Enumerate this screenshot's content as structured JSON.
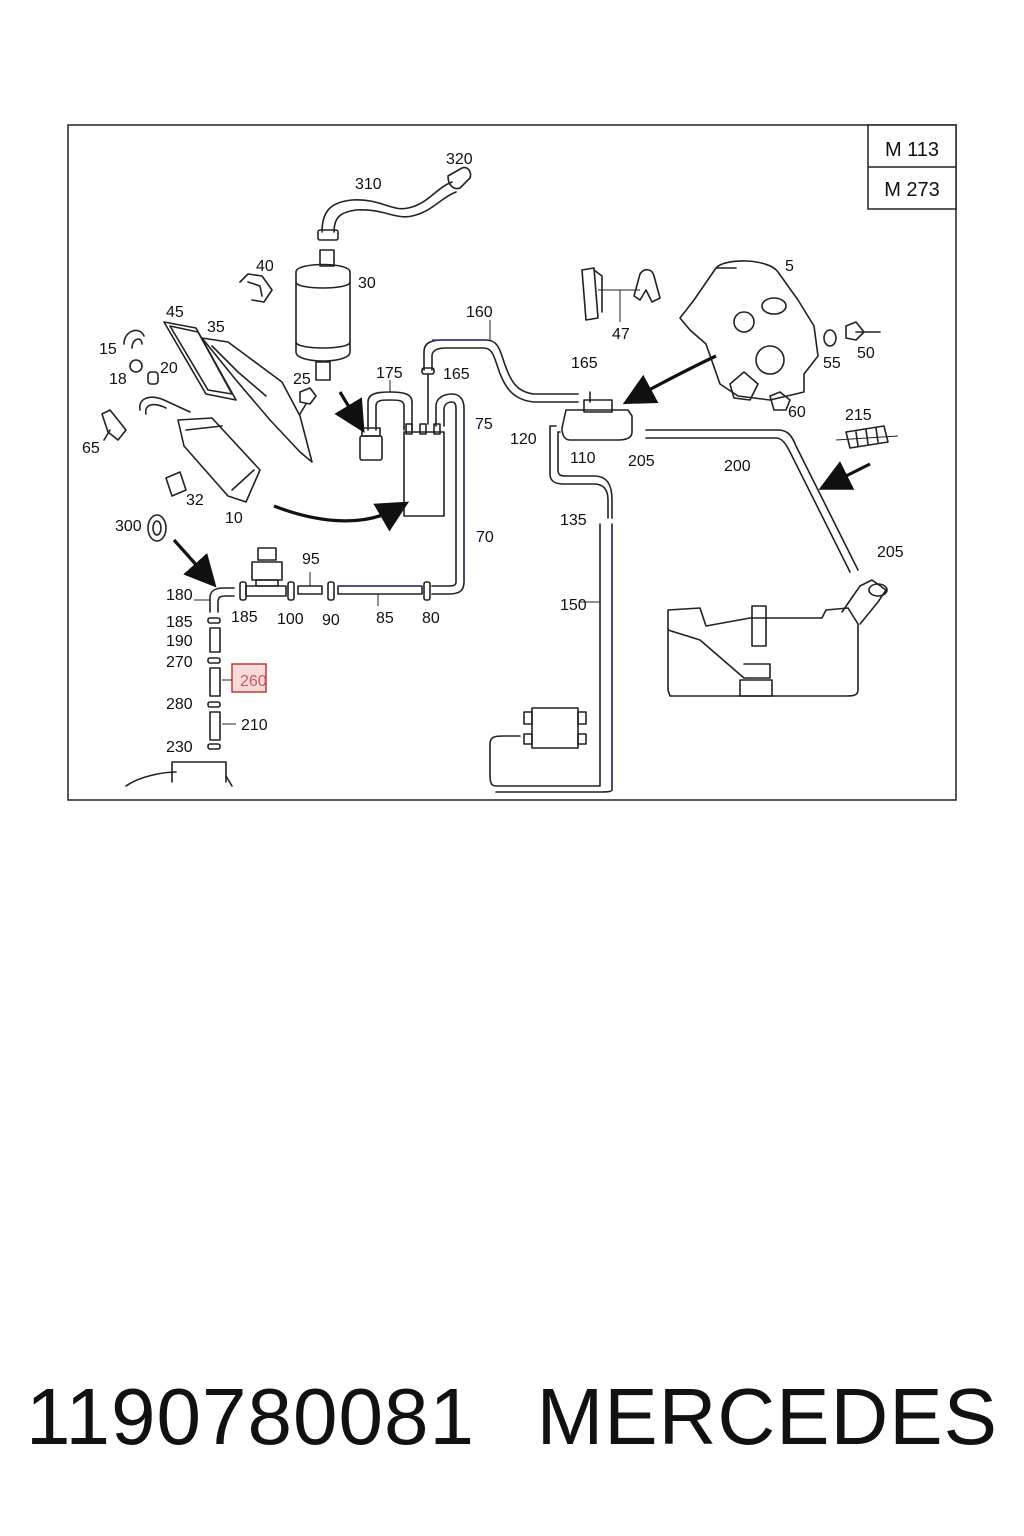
{
  "engine_tags": [
    "M 113",
    "M 273"
  ],
  "part_labels": {
    "p5": "5",
    "p10": "10",
    "p15": "15",
    "p18": "18",
    "p20": "20",
    "p25": "25",
    "p30": "30",
    "p32": "32",
    "p35": "35",
    "p40": "40",
    "p45": "45",
    "p47": "47",
    "p50": "50",
    "p55": "55",
    "p60": "60",
    "p65": "65",
    "p70": "70",
    "p75": "75",
    "p80": "80",
    "p85": "85",
    "p90": "90",
    "p95": "95",
    "p100": "100",
    "p110": "110",
    "p120": "120",
    "p135": "135",
    "p150": "150",
    "p160": "160",
    "p165a": "165",
    "p165b": "165",
    "p175": "175",
    "p180": "180",
    "p185a": "185",
    "p185b": "185",
    "p190": "190",
    "p200": "200",
    "p205a": "205",
    "p205b": "205",
    "p210": "210",
    "p215": "215",
    "p230": "230",
    "p260": "260",
    "p270": "270",
    "p280": "280",
    "p300": "300",
    "p310": "310",
    "p320": "320"
  },
  "highlighted_part": "260",
  "caption": {
    "part_number": "1190780081",
    "brand": "MERCEDES"
  }
}
